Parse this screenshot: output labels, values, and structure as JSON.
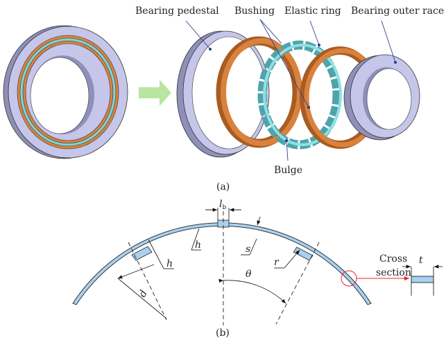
{
  "part_a": {
    "labels": {
      "bearing_pedestal": "Bearing pedestal",
      "bushing": "Bushing",
      "elastic_ring": "Elastic ring",
      "bearing_outer_race": "Bearing outer race",
      "bulge": "Bulge"
    },
    "caption": "(a)"
  },
  "part_b": {
    "symbols": {
      "lb": "l",
      "lb_sub": "b",
      "h": "h",
      "s": "s",
      "r": "r",
      "theta": "θ",
      "d": "d",
      "t": "t"
    },
    "cross_section_line1": "Cross",
    "cross_section_line2": "section",
    "caption": "(b)"
  },
  "colors": {
    "pedestal": "#c5c6ea",
    "bushing": "#d9823e",
    "elastic": "#7fd3d8",
    "section": "#a9d0ef",
    "arrow": "#b8e6a0",
    "highlight": "#e8202a",
    "leader": "#2a3f8f"
  }
}
